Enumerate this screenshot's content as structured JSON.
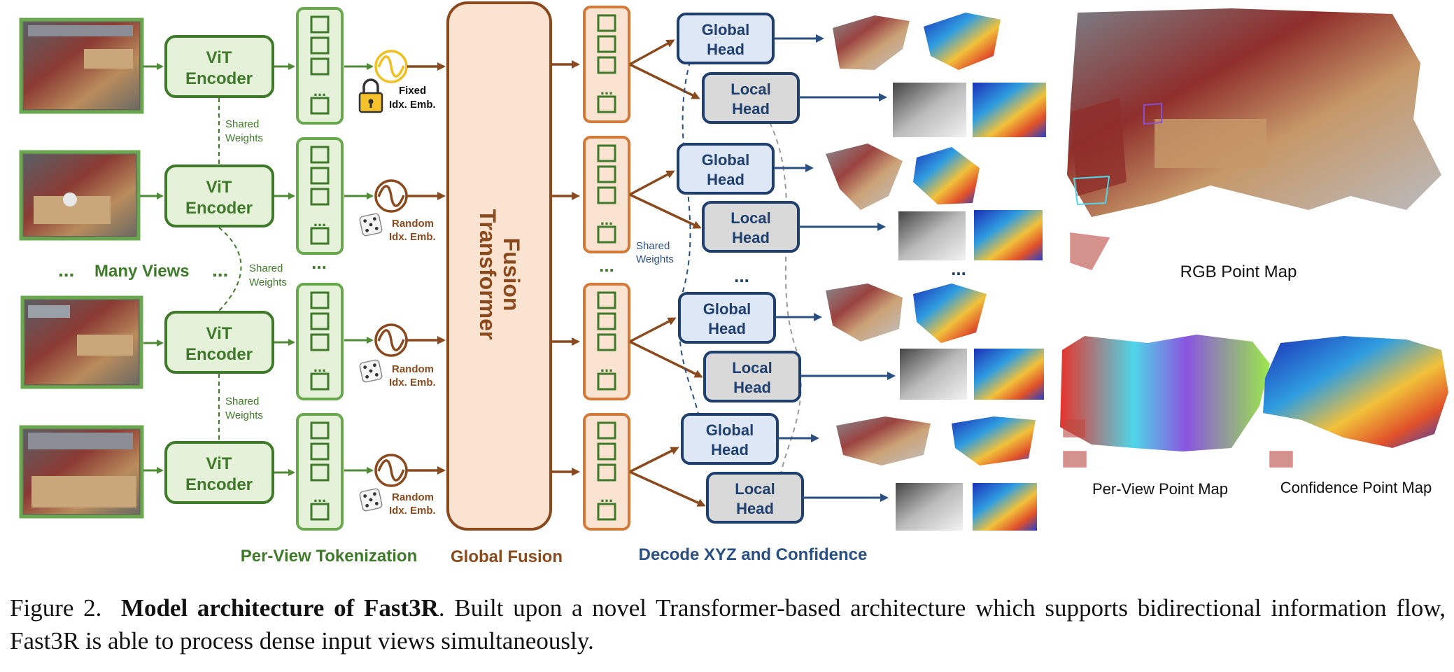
{
  "views": [
    {
      "encoder_line1": "ViT",
      "encoder_line2": "Encoder",
      "emb_line1": "Fixed",
      "emb_line2": "Idx. Emb.",
      "emb_icon": "lock-icon"
    },
    {
      "encoder_line1": "ViT",
      "encoder_line2": "Encoder",
      "emb_line1": "Random",
      "emb_line2": "Idx. Emb.",
      "emb_icon": "dice-icon"
    },
    {
      "encoder_line1": "ViT",
      "encoder_line2": "Encoder",
      "emb_line1": "Random",
      "emb_line2": "Idx. Emb.",
      "emb_icon": "dice-icon"
    },
    {
      "encoder_line1": "ViT",
      "encoder_line2": "Encoder",
      "emb_line1": "Random",
      "emb_line2": "Idx. Emb.",
      "emb_icon": "dice-icon"
    }
  ],
  "shared_weights": {
    "line1": "Shared",
    "line2": "Weights"
  },
  "many_views": "Many Views",
  "ellipsis": "...",
  "fusion": {
    "line1": "Fusion",
    "line2": "Transformer"
  },
  "heads": {
    "global_line1": "Global",
    "global_line2": "Head",
    "local_line1": "Local",
    "local_line2": "Head"
  },
  "section_labels": {
    "tokenization": "Per-View Tokenization",
    "fusion": "Global Fusion",
    "decode": "Decode XYZ and Confidence"
  },
  "outputs": {
    "rgb_point_map": "RGB Point Map",
    "per_view_point_map": "Per-View Point Map",
    "confidence_point_map": "Confidence Point Map"
  },
  "caption": {
    "prefix": "Figure 2.",
    "bold": "Model architecture of Fast3R",
    "rest": ". Built upon a novel Transformer-based architecture which supports bidirectional information flow, Fast3R is able to process dense input views simultaneously."
  },
  "colors": {
    "green_dark": "#3f7a2a",
    "green_fill": "#e6f1da",
    "brown": "#8a4a1e",
    "orange_fill": "#fbe3d2",
    "navy": "#1f3f6e",
    "blue_fill": "#dde7f5",
    "gray_fill": "#d9d9d9"
  }
}
